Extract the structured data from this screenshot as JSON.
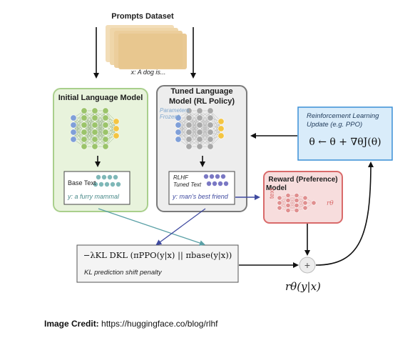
{
  "prompts": {
    "title": "Prompts Dataset",
    "example": "x: A dog is..."
  },
  "initial_model": {
    "title": "Initial Language Model",
    "output_label": "Base Text",
    "output_text": "y: a furry mammal"
  },
  "tuned_model": {
    "title_line1": "Tuned Language",
    "title_line2": "Model (RL Policy)",
    "frozen_line1": "Parameters",
    "frozen_line2": "Frozen*",
    "output_label_line1": "RLHF",
    "output_label_line2": "Tuned Text",
    "output_text": "y: man's best friend"
  },
  "rl_update": {
    "caption_line1": "Reinforcement Learning",
    "caption_line2": "Update (e.g. PPO)",
    "formula": "θ ← θ + ∇θJ(θ)"
  },
  "reward_model": {
    "title_line1": "Reward (Preference)",
    "title_line2": "Model",
    "input_label": "text",
    "output_label": "rθ"
  },
  "kl_penalty": {
    "formula": "−λKL DKL (πPPO(y|x) || πbase(y|x))",
    "caption": "KL prediction shift penalty"
  },
  "sum_node": {
    "symbol": "+"
  },
  "reward_output": {
    "formula": "rθ(y|x)"
  },
  "credit": {
    "label": "Image Credit:",
    "url": "https://huggingface.co/blog/rlhf"
  },
  "colors": {
    "initial_fill": "#e8f3dc",
    "initial_border": "#a9cf8c",
    "tuned_fill": "#ededed",
    "tuned_border": "#7a7a7a",
    "rl_fill": "#d9ecfa",
    "rl_border": "#3a8fd6",
    "reward_fill": "#f7dddd",
    "reward_border": "#d96a6a",
    "node_green": "#9bc46a",
    "node_blue": "#7f9fd8",
    "node_yellow": "#f4c542",
    "node_teal": "#7fb8b8",
    "node_purple": "#7a78c4",
    "node_red": "#e08f8f",
    "arrow_blue": "#3f4aa0",
    "arrow_teal": "#5aa0a6"
  }
}
